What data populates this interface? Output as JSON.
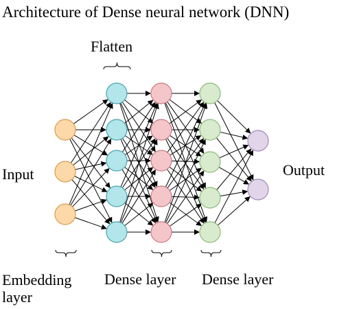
{
  "title": "Architecture of Dense neural network (DNN)",
  "labels": {
    "flatten": "Flatten",
    "input": "Input",
    "output": "Output",
    "embedding_line1": "Embedding",
    "embedding_line2": "layer",
    "dense_layer_1": "Dense layer",
    "dense_layer_2": "Dense layer"
  },
  "layers": [
    {
      "role": "embedding",
      "nodes": 3,
      "fill": "#fdd9a9",
      "stroke": "#d89a4c"
    },
    {
      "role": "flatten",
      "nodes": 5,
      "fill": "#b2e6ea",
      "stroke": "#4aa3b0"
    },
    {
      "role": "dense-1",
      "nodes": 5,
      "fill": "#f5c6c9",
      "stroke": "#c97a80"
    },
    {
      "role": "dense-2",
      "nodes": 5,
      "fill": "#d8ebcd",
      "stroke": "#8dba78"
    },
    {
      "role": "output",
      "nodes": 2,
      "fill": "#e2d5ea",
      "stroke": "#a089b4"
    }
  ],
  "connections": "fully-connected"
}
